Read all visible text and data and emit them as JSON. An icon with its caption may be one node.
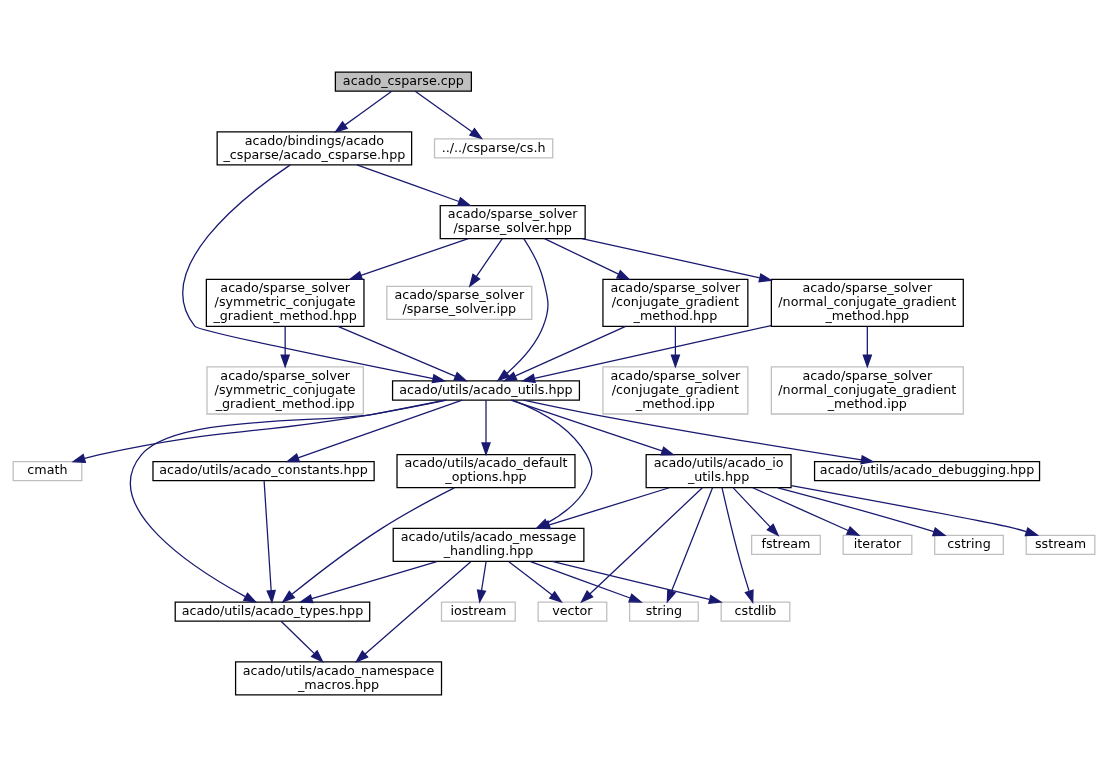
{
  "diagram": {
    "nodes": [
      {
        "text": [
          "acado_csparse.cpp"
        ]
      },
      {
        "text": [
          "acado/bindings/acado _csparse/acado_csparse.hpp"
        ]
      },
      {
        "text": [
          "../../csparse/cs.h"
        ]
      },
      {
        "text": [
          "acado/sparse_solver /sparse_solver.hpp"
        ]
      },
      {
        "text": [
          "acado/sparse_solver /symmetric_conjugate _gradient_method.hpp"
        ]
      },
      {
        "text": [
          "acado/sparse_solver /sparse_solver.ipp"
        ]
      },
      {
        "text": [
          "acado/sparse_solver /conjugate_gradient _method.hpp"
        ]
      },
      {
        "text": [
          "acado/sparse_solver /normal_conjugate_gradient _method.hpp"
        ]
      },
      {
        "text": [
          "acado/sparse_solver /symmetric_conjugate _gradient_method.ipp"
        ]
      },
      {
        "text": [
          "acado/utils/acado_utils.hpp"
        ]
      },
      {
        "text": [
          "acado/sparse_solver /conjugate_gradient _method.ipp"
        ]
      },
      {
        "text": [
          "acado/sparse_solver /normal_conjugate_gradient _method.ipp"
        ]
      },
      {
        "text": [
          "cmath"
        ]
      },
      {
        "text": [
          "acado/utils/acado_constants.hpp"
        ]
      },
      {
        "text": [
          "acado/utils/acado_default _options.hpp"
        ]
      },
      {
        "text": [
          "acado/utils/acado_io _utils.hpp"
        ]
      },
      {
        "text": [
          "acado/utils/acado_debugging.hpp"
        ]
      },
      {
        "text": [
          "acado/utils/acado_message _handling.hpp"
        ]
      },
      {
        "text": [
          "fstream"
        ]
      },
      {
        "text": [
          "iterator"
        ]
      },
      {
        "text": [
          "cstring"
        ]
      },
      {
        "text": [
          "sstream"
        ]
      },
      {
        "text": [
          "acado/utils/acado_types.hpp"
        ]
      },
      {
        "text": [
          "iostream"
        ]
      },
      {
        "text": [
          "cstdlib"
        ]
      },
      {
        "text": [
          "vector"
        ]
      },
      {
        "text": [
          "string"
        ]
      },
      {
        "text": [
          "acado/utils/acado_namespace _macros.hpp"
        ]
      }
    ],
    "edges": [
      {
        "from": 0,
        "to": 1,
        "arrow": "to"
      },
      {
        "from": 0,
        "to": 2,
        "arrow": "to"
      },
      {
        "from": 1,
        "to": 3,
        "arrow": "to"
      },
      {
        "from": 1,
        "to": 9,
        "arrow": "to"
      },
      {
        "from": 3,
        "to": 4,
        "arrow": "to"
      },
      {
        "from": 3,
        "to": 5,
        "arrow": "to"
      },
      {
        "from": 3,
        "to": 9,
        "arrow": "to"
      },
      {
        "from": 3,
        "to": 6,
        "arrow": "to"
      },
      {
        "from": 3,
        "to": 7,
        "arrow": "to"
      },
      {
        "from": 4,
        "to": 8,
        "arrow": "to"
      },
      {
        "from": 4,
        "to": 9,
        "arrow": "to"
      },
      {
        "from": 6,
        "to": 9,
        "arrow": "to"
      },
      {
        "from": 6,
        "to": 10,
        "arrow": "to"
      },
      {
        "from": 7,
        "to": 9,
        "arrow": "to"
      },
      {
        "from": 7,
        "to": 11,
        "arrow": "to"
      },
      {
        "from": 9,
        "to": 12,
        "arrow": "to"
      },
      {
        "from": 9,
        "to": 13,
        "arrow": "to"
      },
      {
        "from": 9,
        "to": 14,
        "arrow": "to"
      },
      {
        "from": 9,
        "to": 15,
        "arrow": "to"
      },
      {
        "from": 9,
        "to": 16,
        "arrow": "to"
      },
      {
        "from": 9,
        "to": 17,
        "arrow": "to"
      },
      {
        "from": 9,
        "to": 22,
        "arrow": "to"
      },
      {
        "from": 13,
        "to": 22,
        "arrow": "to"
      },
      {
        "from": 14,
        "to": 22,
        "arrow": "to"
      },
      {
        "from": 15,
        "to": 17,
        "arrow": "to"
      },
      {
        "from": 15,
        "to": 18,
        "arrow": "to"
      },
      {
        "from": 15,
        "to": 19,
        "arrow": "to"
      },
      {
        "from": 15,
        "to": 24,
        "arrow": "to"
      },
      {
        "from": 15,
        "to": 25,
        "arrow": "to"
      },
      {
        "from": 15,
        "to": 26,
        "arrow": "to"
      },
      {
        "from": 15,
        "to": 20,
        "arrow": "to"
      },
      {
        "from": 15,
        "to": 21,
        "arrow": "to"
      },
      {
        "from": 17,
        "to": 22,
        "arrow": "to"
      },
      {
        "from": 17,
        "to": 27,
        "arrow": "to"
      },
      {
        "from": 17,
        "to": 23,
        "arrow": "to"
      },
      {
        "from": 17,
        "to": 24,
        "arrow": "to"
      },
      {
        "from": 17,
        "to": 25,
        "arrow": "to"
      },
      {
        "from": 17,
        "to": 26,
        "arrow": "to"
      },
      {
        "from": 22,
        "to": 27,
        "arrow": "to"
      }
    ]
  }
}
